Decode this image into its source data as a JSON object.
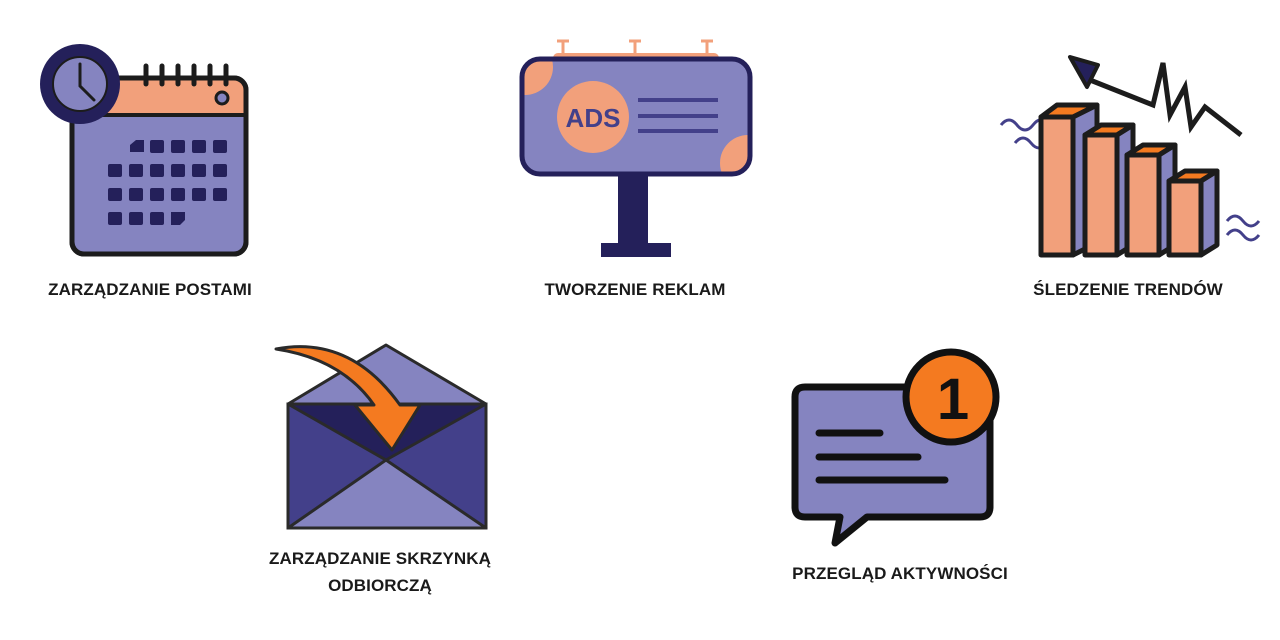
{
  "colors": {
    "light_purple": "#8584c0",
    "dark_purple": "#43408a",
    "navy": "#24205a",
    "peach": "#f2a07b",
    "orange": "#f47a20",
    "outline": "#1c1c1c",
    "text": "#1a1a1a"
  },
  "features": [
    {
      "icon": "calendar-clock-icon",
      "label": "ZARZĄDZANIE POSTAMI"
    },
    {
      "icon": "billboard-ads-icon",
      "label": "TWORZENIE REKLAM",
      "icon_text": "ADS"
    },
    {
      "icon": "bar-chart-trend-icon",
      "label": "ŚLEDZENIE TRENDÓW"
    },
    {
      "icon": "envelope-inbox-icon",
      "label_line1": "ZARZĄDZANIE SKRZYNKĄ",
      "label_line2": "ODBIORCZĄ"
    },
    {
      "icon": "chat-notification-icon",
      "label": "PRZEGLĄD AKTYWNOŚCI",
      "badge": "1"
    }
  ]
}
